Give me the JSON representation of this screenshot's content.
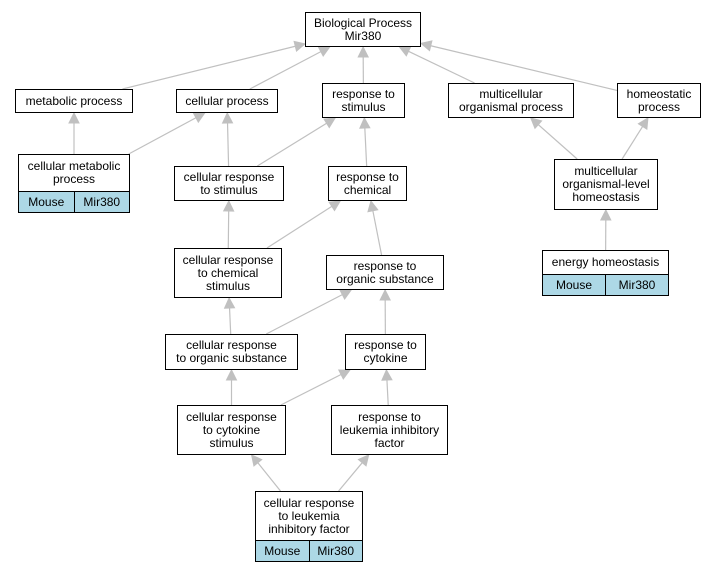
{
  "colors": {
    "edge": "#c0c0c0",
    "node_border": "#000000",
    "annotation_fill": "#add8e6"
  },
  "nodes": {
    "biological_process": {
      "label": "Biological Process\nMir380"
    },
    "metabolic_process": {
      "label": "metabolic process"
    },
    "cellular_process": {
      "label": "cellular process"
    },
    "response_to_stimulus": {
      "label": "response to\nstimulus"
    },
    "multicellular_organismal_process": {
      "label": "multicellular\norganismal process"
    },
    "homeostatic_process": {
      "label": "homeostatic\nprocess"
    },
    "cellular_metabolic_process": {
      "label": "cellular metabolic\nprocess",
      "tags": [
        "Mouse",
        "Mir380"
      ]
    },
    "cellular_response_to_stimulus": {
      "label": "cellular response\nto stimulus"
    },
    "response_to_chemical": {
      "label": "response to\nchemical"
    },
    "multicellular_organismal_level_homeostasis": {
      "label": "multicellular\norganismal-level\nhomeostasis"
    },
    "cellular_response_to_chemical_stimulus": {
      "label": "cellular response\nto chemical\nstimulus"
    },
    "response_to_organic_substance": {
      "label": "response to\norganic substance"
    },
    "energy_homeostasis": {
      "label": "energy homeostasis",
      "tags": [
        "Mouse",
        "Mir380"
      ]
    },
    "cellular_response_to_organic_substance": {
      "label": "cellular response\nto organic substance"
    },
    "response_to_cytokine": {
      "label": "response to\ncytokine"
    },
    "cellular_response_to_cytokine_stimulus": {
      "label": "cellular response\nto cytokine\nstimulus"
    },
    "response_to_leukemia_inhibitory_factor": {
      "label": "response to\nleukemia inhibitory\nfactor"
    },
    "cellular_response_to_leukemia_inhibitory_factor": {
      "label": "cellular response\nto leukemia\ninhibitory factor",
      "tags": [
        "Mouse",
        "Mir380"
      ]
    }
  },
  "edges": [
    {
      "from": "metabolic_process",
      "to": "biological_process"
    },
    {
      "from": "cellular_process",
      "to": "biological_process"
    },
    {
      "from": "response_to_stimulus",
      "to": "biological_process"
    },
    {
      "from": "multicellular_organismal_process",
      "to": "biological_process"
    },
    {
      "from": "homeostatic_process",
      "to": "biological_process"
    },
    {
      "from": "cellular_metabolic_process",
      "to": "metabolic_process"
    },
    {
      "from": "cellular_metabolic_process",
      "to": "cellular_process"
    },
    {
      "from": "cellular_response_to_stimulus",
      "to": "cellular_process"
    },
    {
      "from": "cellular_response_to_stimulus",
      "to": "response_to_stimulus"
    },
    {
      "from": "response_to_chemical",
      "to": "response_to_stimulus"
    },
    {
      "from": "multicellular_organismal_level_homeostasis",
      "to": "multicellular_organismal_process"
    },
    {
      "from": "multicellular_organismal_level_homeostasis",
      "to": "homeostatic_process"
    },
    {
      "from": "energy_homeostasis",
      "to": "multicellular_organismal_level_homeostasis"
    },
    {
      "from": "cellular_response_to_chemical_stimulus",
      "to": "cellular_response_to_stimulus"
    },
    {
      "from": "cellular_response_to_chemical_stimulus",
      "to": "response_to_chemical"
    },
    {
      "from": "response_to_organic_substance",
      "to": "response_to_chemical"
    },
    {
      "from": "cellular_response_to_organic_substance",
      "to": "cellular_response_to_chemical_stimulus"
    },
    {
      "from": "cellular_response_to_organic_substance",
      "to": "response_to_organic_substance"
    },
    {
      "from": "response_to_cytokine",
      "to": "response_to_organic_substance"
    },
    {
      "from": "cellular_response_to_cytokine_stimulus",
      "to": "cellular_response_to_organic_substance"
    },
    {
      "from": "cellular_response_to_cytokine_stimulus",
      "to": "response_to_cytokine"
    },
    {
      "from": "response_to_leukemia_inhibitory_factor",
      "to": "response_to_cytokine"
    },
    {
      "from": "cellular_response_to_leukemia_inhibitory_factor",
      "to": "cellular_response_to_cytokine_stimulus"
    },
    {
      "from": "cellular_response_to_leukemia_inhibitory_factor",
      "to": "response_to_leukemia_inhibitory_factor"
    }
  ]
}
